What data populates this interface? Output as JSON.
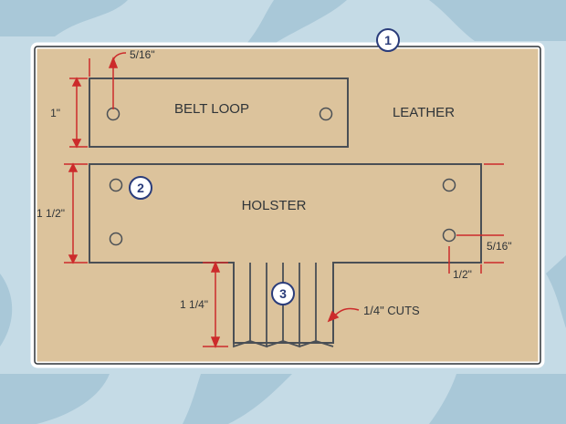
{
  "labels": {
    "material": "LEATHER",
    "belt_loop": "BELT LOOP",
    "holster": "HOLSTER",
    "cuts": "1/4\" CUTS"
  },
  "callouts": [
    "1",
    "2",
    "3"
  ],
  "dimensions": {
    "belt_loop_hole_offset": "5/16\"",
    "belt_loop_height": "1\"",
    "holster_height": "1 1/2\"",
    "holster_hole_offset": "5/16\"",
    "holster_hole_inset": "1/2\"",
    "tab_length": "1 1/4\""
  },
  "colors": {
    "background": "#c5dbe6",
    "leather": "#dcc39c",
    "outline": "#4a4f55",
    "dimension": "#cc2b2b",
    "callout": "#2a3c7a"
  }
}
